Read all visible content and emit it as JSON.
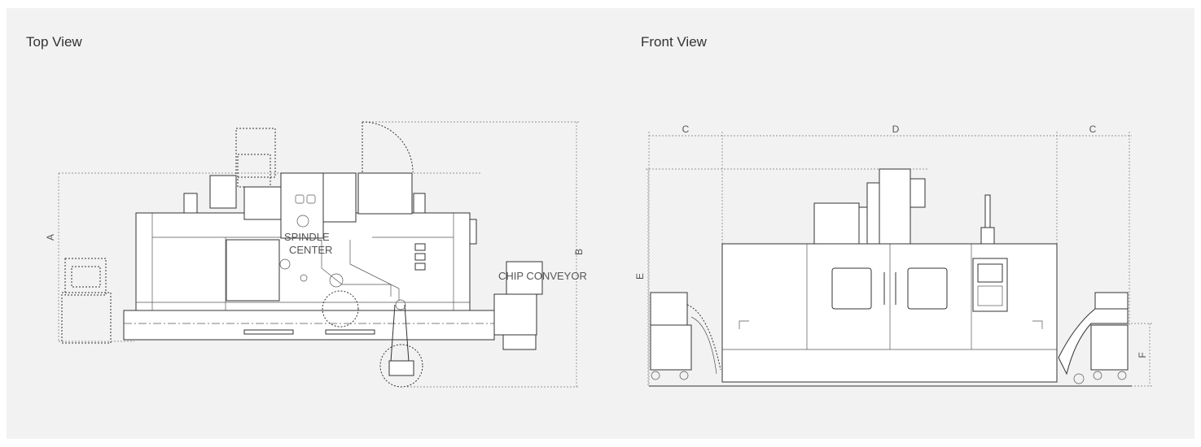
{
  "views": {
    "top": {
      "title": "Top View",
      "labels": {
        "spindle_line1": "SPINDLE",
        "spindle_line2": "CENTER",
        "chip_conveyor": "CHIP CONVEYOR",
        "dim_a": "A",
        "dim_b": "B"
      }
    },
    "front": {
      "title": "Front View",
      "labels": {
        "dim_c_left": "C",
        "dim_d": "D",
        "dim_c_right": "C",
        "dim_e": "E",
        "dim_f": "F"
      }
    }
  },
  "colors": {
    "panel": "#f2f2f2",
    "line": "#333333",
    "text": "#555555"
  }
}
